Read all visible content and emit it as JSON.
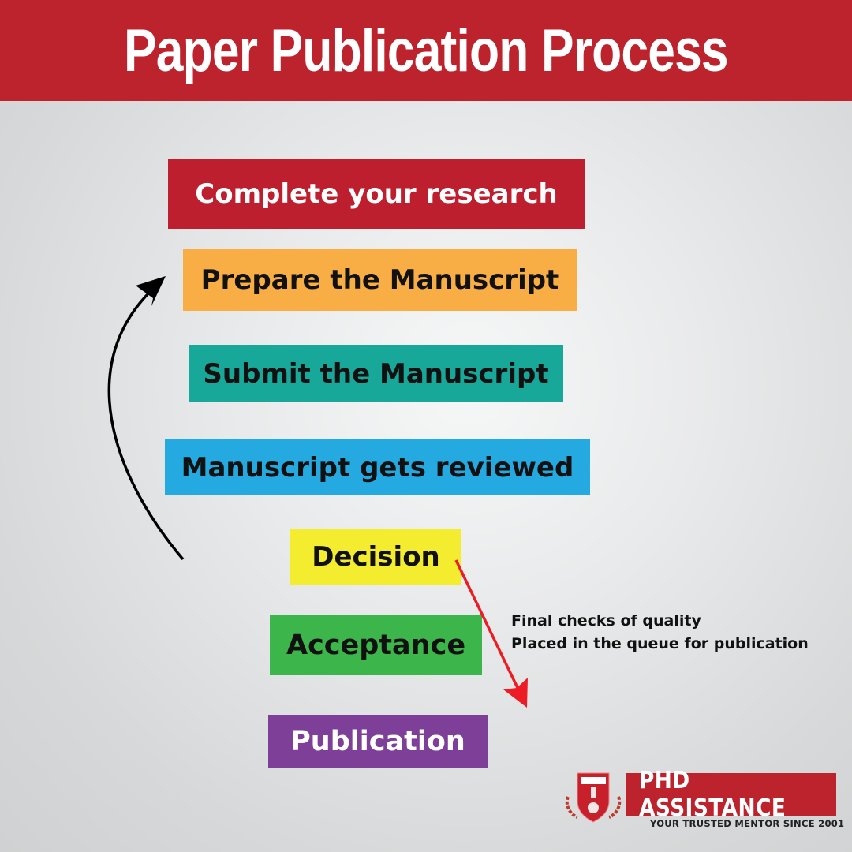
{
  "header": {
    "title": "Paper Publication Process",
    "background": "#bd232d"
  },
  "steps": [
    {
      "label": "Complete your research",
      "background": "#bd1f2e",
      "color": "#ffffff"
    },
    {
      "label": "Prepare the Manuscript",
      "background": "#f8ae44",
      "color": "#111111"
    },
    {
      "label": "Submit the Manuscript",
      "background": "#17a89a",
      "color": "#111111"
    },
    {
      "label": "Manuscript gets reviewed",
      "background": "#24a9e0",
      "color": "#111111"
    },
    {
      "label": "Decision",
      "background": "#f4ec2f",
      "color": "#111111"
    },
    {
      "label": "Acceptance",
      "background": "#3cb54a",
      "color": "#111111"
    },
    {
      "label": "Publication",
      "background": "#7d3f98",
      "color": "#ffffff"
    }
  ],
  "arrows": {
    "loop_back": {
      "from": "Decision",
      "to": "Prepare the Manuscript",
      "color": "#000000",
      "icon": "curved-arrow-up-icon"
    },
    "to_publication": {
      "from": "Decision",
      "to": "Publication",
      "color": "#ed1c24",
      "icon": "diagonal-arrow-down-icon"
    }
  },
  "note": {
    "lines": [
      "Final checks of quality",
      "Placed in the queue for publication"
    ]
  },
  "logo": {
    "name": "PHD ASSISTANCE",
    "tagline": "YOUR TRUSTED MENTOR SINCE 2001",
    "icon": "shield-crest-icon"
  }
}
